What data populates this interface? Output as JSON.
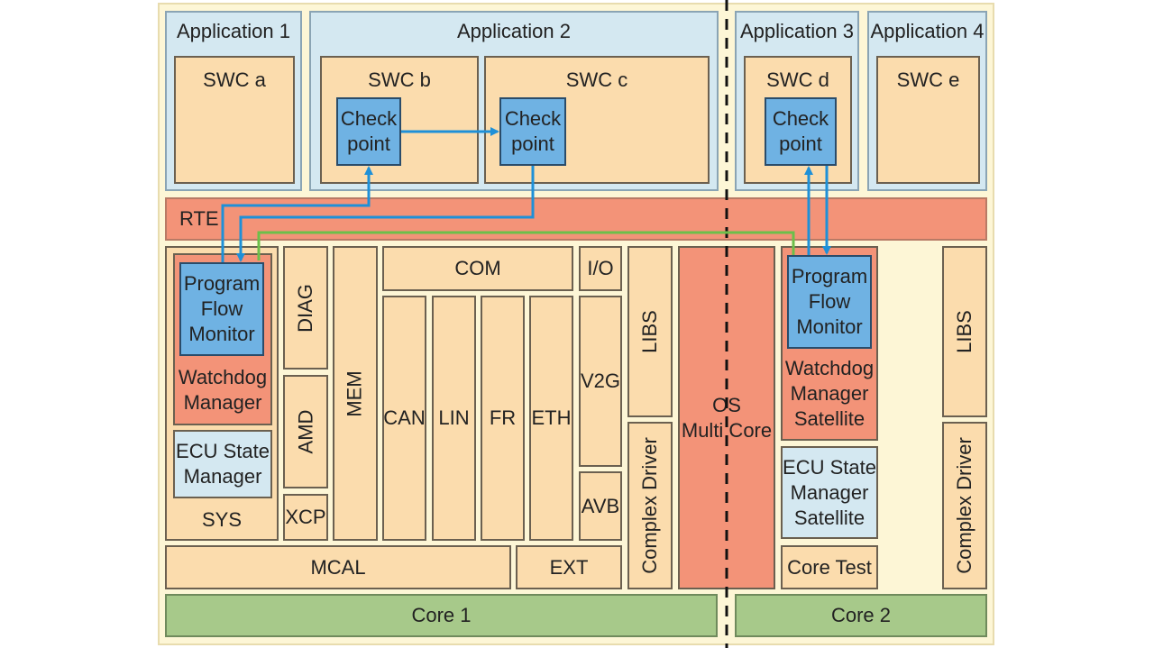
{
  "applications": [
    {
      "title": "Application 1",
      "swcs": [
        "SWC a"
      ]
    },
    {
      "title": "Application 2",
      "swcs": [
        "SWC b",
        "SWC c"
      ]
    },
    {
      "title": "Application 3",
      "swcs": [
        "SWC d"
      ]
    },
    {
      "title": "Application 4",
      "swcs": [
        "SWC e"
      ]
    }
  ],
  "checkpoint_label": [
    "Check",
    "point"
  ],
  "rte": "RTE",
  "core1_bsw": {
    "program_flow_monitor": [
      "Program",
      "Flow",
      "Monitor"
    ],
    "watchdog_manager": [
      "Watchdog",
      "Manager"
    ],
    "ecu_state_manager": [
      "ECU State",
      "Manager"
    ],
    "sys": "SYS",
    "diag": "DIAG",
    "amd": "AMD",
    "xcp": "XCP",
    "mem": "MEM",
    "com": "COM",
    "io": "I/O",
    "can": "CAN",
    "lin": "LIN",
    "fr": "FR",
    "eth": "ETH",
    "v2g": "V2G",
    "avb": "AVB",
    "libs": "LIBS",
    "complex_driver": "Complex Driver",
    "mcal": "MCAL",
    "ext": "EXT"
  },
  "os": [
    "OS",
    "Multi Core"
  ],
  "core2_bsw": {
    "program_flow_monitor": [
      "Program",
      "Flow",
      "Monitor"
    ],
    "watchdog_manager_satellite": [
      "Watchdog",
      "Manager",
      "Satellite"
    ],
    "ecu_state_manager_satellite": [
      "ECU State",
      "Manager",
      "Satellite"
    ],
    "core_test": "Core Test",
    "libs": "LIBS",
    "complex_driver": "Complex Driver"
  },
  "cores": [
    "Core 1",
    "Core 2"
  ],
  "colors": {
    "frame": "#fdf6d6",
    "application": "#d4e8f1",
    "swc": "#fbdcad",
    "checkpoint": "#6fb2e3",
    "rte": "#f39378",
    "core": "#a7c98a",
    "arrow_blue": "#1e90d8",
    "arrow_green": "#6cbf4a"
  }
}
